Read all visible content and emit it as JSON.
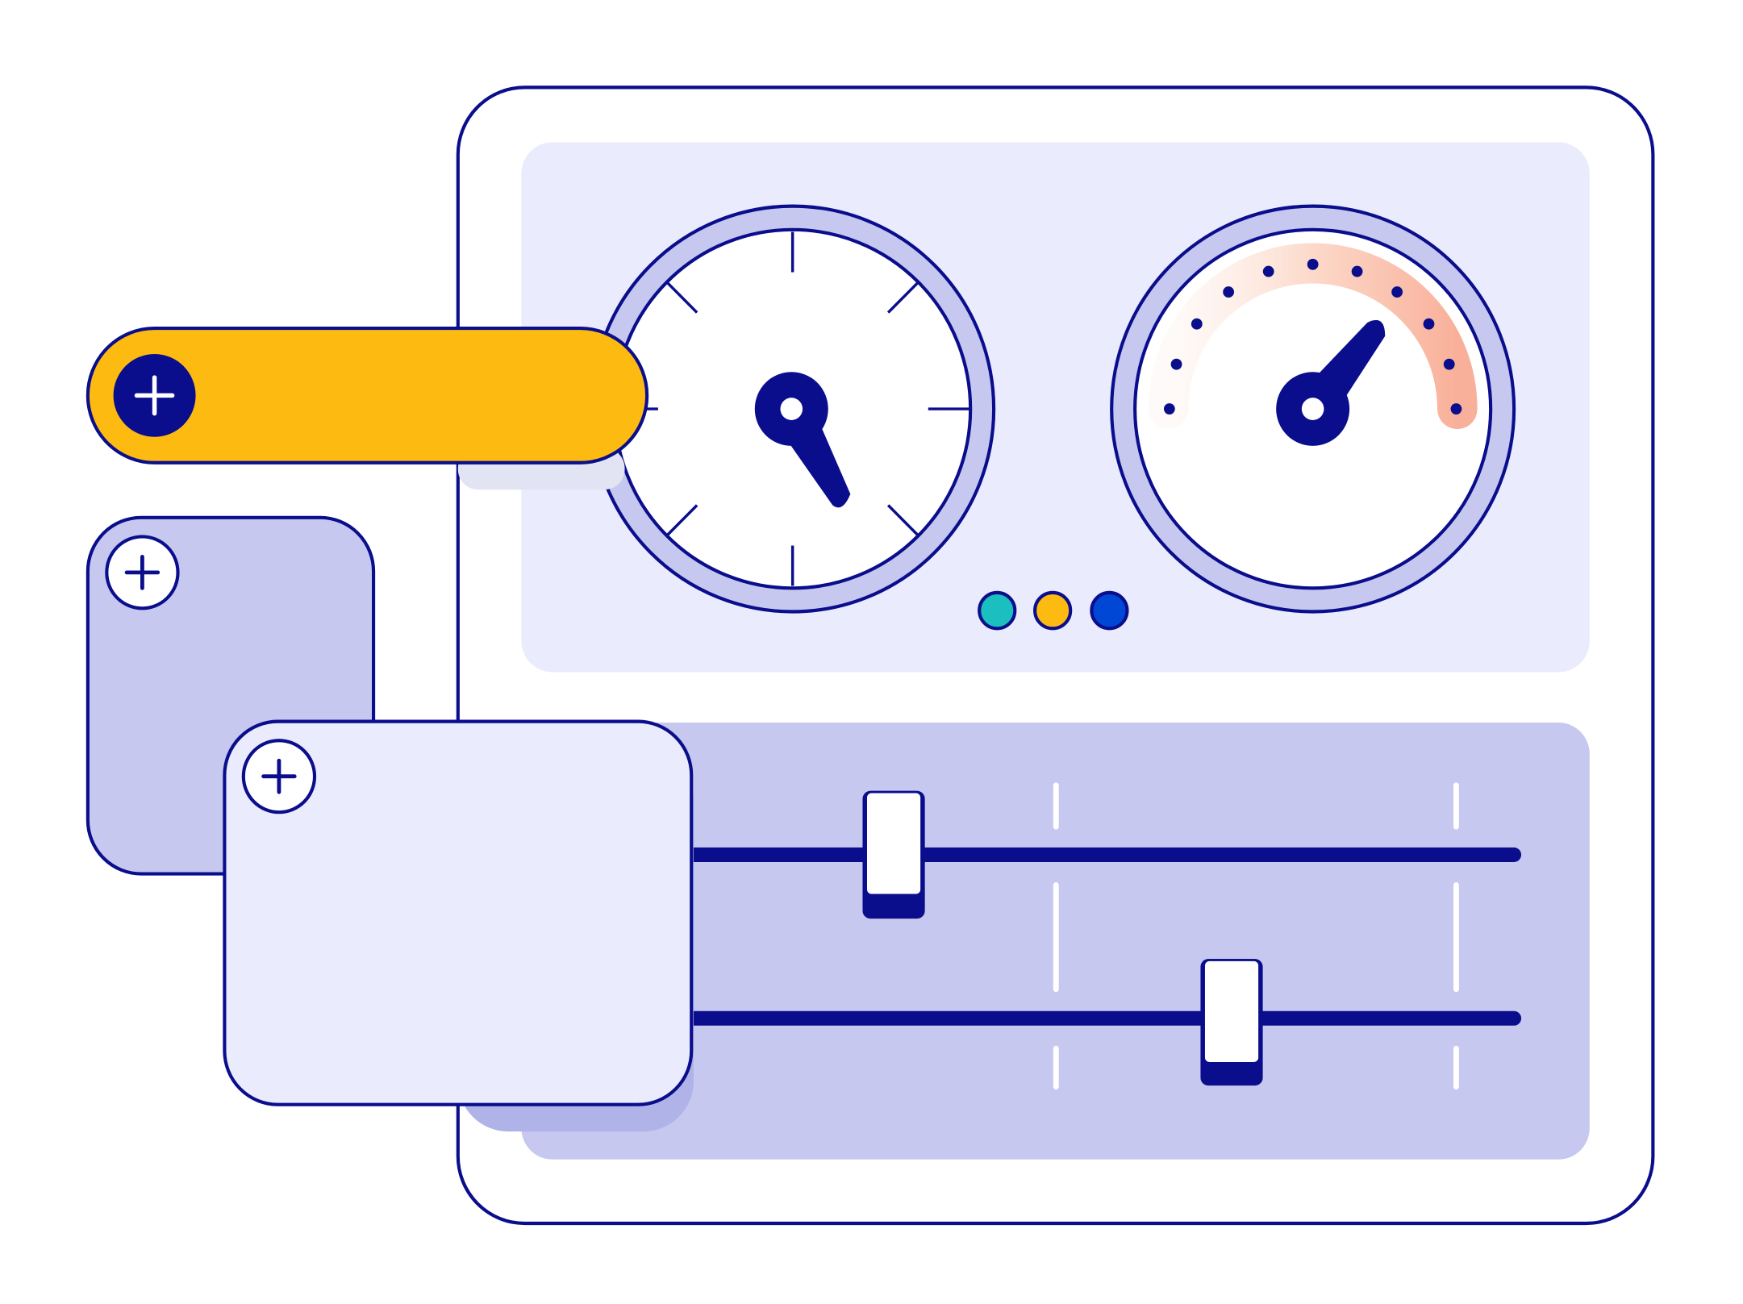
{
  "colors": {
    "navy": "#0a0e8c",
    "panel_light": "#eaebfc",
    "panel_mid": "#c6c8ef",
    "shadow": "#b0b3e8",
    "accent_yellow": "#fdbb11",
    "gauge_heat": "#f9b09a",
    "indicator_teal": "#1bbfbf",
    "indicator_yellow": "#fdbb11",
    "indicator_blue": "#0047d6"
  },
  "icons": {
    "pill_button": "plus-icon",
    "card_back": "plus-icon",
    "card_front": "plus-icon"
  },
  "gauges": {
    "left": {
      "type": "clock-dial"
    },
    "right": {
      "type": "speedometer",
      "dots": 11
    }
  },
  "sliders": [
    {
      "value_percent": 25
    },
    {
      "value_percent": 66
    }
  ],
  "indicators": [
    "teal",
    "yellow",
    "blue"
  ]
}
